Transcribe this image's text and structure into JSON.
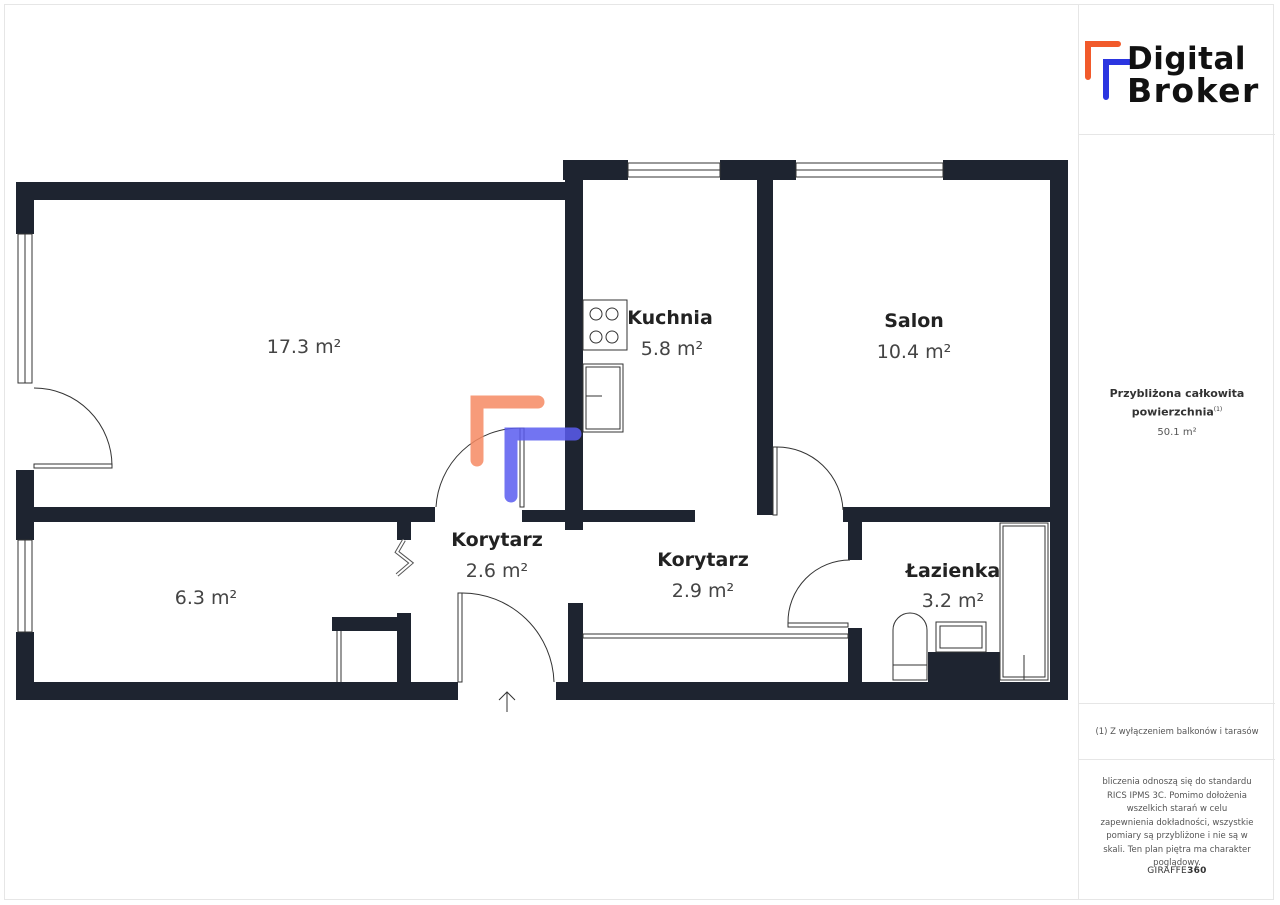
{
  "brand": {
    "line1": "Digital",
    "line2": "Broker",
    "colors": {
      "orange": "#f15a2b",
      "blue": "#2b35e0"
    }
  },
  "rooms": [
    {
      "name": "",
      "area": "17.3 m²"
    },
    {
      "name": "Kuchnia",
      "area": "5.8 m²"
    },
    {
      "name": "Salon",
      "area": "10.4 m²"
    },
    {
      "name": "",
      "area": "6.3 m²"
    },
    {
      "name": "Korytarz",
      "area": "2.6 m²"
    },
    {
      "name": "Korytarz",
      "area": "2.9 m²"
    },
    {
      "name": "Łazienka",
      "area": "3.2 m²"
    }
  ],
  "summary": {
    "title_line1": "Przybliżona całkowita",
    "title_line2": "powierzchnia",
    "footnote_mark": "(1)",
    "value": "50.1 m²"
  },
  "footnote": "(1) Z wyłączeniem balkonów i tarasów",
  "disclaimer": "bliczenia odnoszą się do standardu RICS IPMS 3C. Pomimo dołożenia wszelkich starań w celu zapewnienia dokładności, wszystkie pomiary są przybliżone i nie są w skali. Ten plan piętra ma charakter poglądowy.",
  "credit": {
    "part1": "GIRAFFE",
    "part2": "360"
  },
  "wall_color": "#1e2430"
}
